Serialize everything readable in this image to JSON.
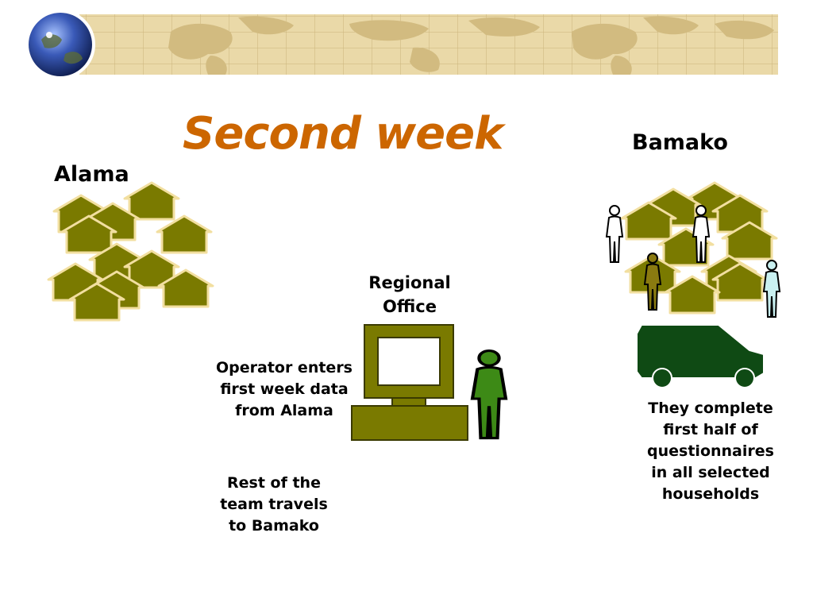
{
  "slide": {
    "title": "Second week",
    "title_color": "#cc6600"
  },
  "locations": {
    "alama": "Alama",
    "bamako": "Bamako"
  },
  "regional_office": {
    "line1": "Regional",
    "line2": "Office"
  },
  "captions": {
    "operator": [
      "Operator enters",
      "first week data",
      "from Alama"
    ],
    "travel": [
      "Rest of the",
      "team travels",
      "to Bamako"
    ],
    "households": [
      "They complete",
      "first half of",
      "questionnaires",
      "in all selected",
      "households"
    ]
  },
  "icons": {
    "banner": "world-map-banner-icon",
    "globe": "globe-icon",
    "house": "house-icon",
    "computer": "computer-icon",
    "person": "person-icon",
    "vehicle": "van-icon"
  },
  "colors": {
    "house_fill": "#7a7a00",
    "house_stroke": "#f2dfa0",
    "computer_fill": "#7a7a00",
    "operator_fill": "#3d8a16",
    "van_fill": "#0f4a14",
    "banner_bg": "#e9d8a6"
  }
}
